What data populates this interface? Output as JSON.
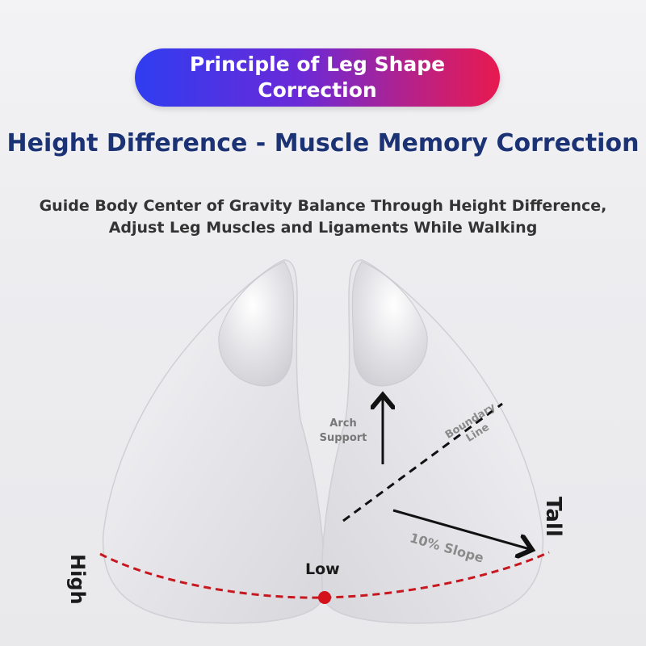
{
  "banner": {
    "title": "Principle of Leg Shape Correction"
  },
  "headline": "Height Difference - Muscle Memory Correction",
  "subline": {
    "line1": "Guide Body Center of Gravity Balance Through Height Difference,",
    "line2": "Adjust Leg Muscles and Ligaments While Walking"
  },
  "labels": {
    "high": "High",
    "low": "Low",
    "tall": "Tall",
    "arch_line1": "Arch",
    "arch_line2": "Support",
    "boundary_line1": "Boundary",
    "boundary_line2": "Line",
    "slope": "10% Slope"
  },
  "colors": {
    "banner_start": "#2f3df0",
    "banner_end": "#e8194f",
    "headline": "#1b3375",
    "curve": "#c8171e"
  }
}
